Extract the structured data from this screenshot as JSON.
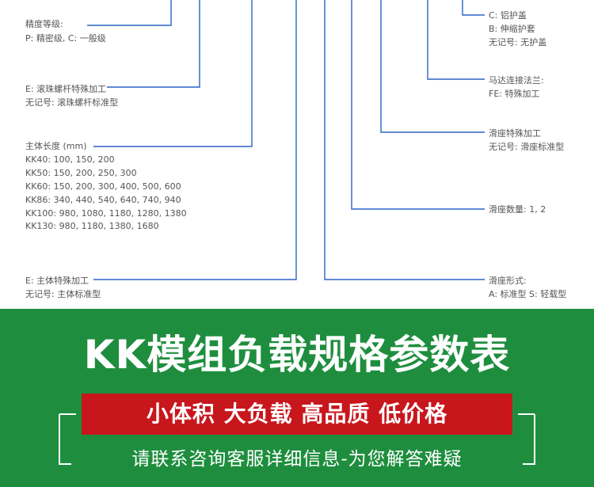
{
  "left_annotations": {
    "accuracy": {
      "title": "精度等级:",
      "desc": "P: 精密级, C: 一般级"
    },
    "ball_screw": {
      "title": "E: 滚珠螺杆特殊加工",
      "desc": "无记号: 滚珠螺杆标准型"
    },
    "length": {
      "title": "主体长度 (mm)",
      "rows": [
        "KK40: 100, 150, 200",
        "KK50: 150, 200, 250, 300",
        "KK60: 150, 200, 300, 400, 500, 600",
        "KK86: 340, 440, 540, 640, 740, 940",
        "KK100: 980, 1080, 1180, 1280, 1380",
        "KK130: 980, 1180, 1380, 1680"
      ]
    },
    "body": {
      "title": "E: 主体特殊加工",
      "desc": "无记号: 主体标准型"
    }
  },
  "right_annotations": {
    "cover": {
      "line1": "C: 铝护盖",
      "line2": "B: 伸缩护套",
      "line3": "无记号: 无护盖"
    },
    "motor": {
      "title": "马达连接法兰:",
      "desc": "FE: 特殊加工"
    },
    "slider_special": {
      "title": "滑座特殊加工",
      "desc": "无记号: 滑座标准型"
    },
    "slider_count": {
      "title": "滑座数量: 1, 2"
    },
    "slider_type": {
      "title": "滑座形式:",
      "desc": "A: 标准型 S: 轻载型"
    }
  },
  "banner": {
    "title": "KK模组负载规格参数表",
    "tagline": "小体积 大负载 高品质 低价格",
    "contact": "请联系咨询客服详细信息-为您解答难疑"
  },
  "colors": {
    "banner_green": "#1e8e3e",
    "tag_red": "#c8161d",
    "line_blue": "#2a63c4"
  }
}
